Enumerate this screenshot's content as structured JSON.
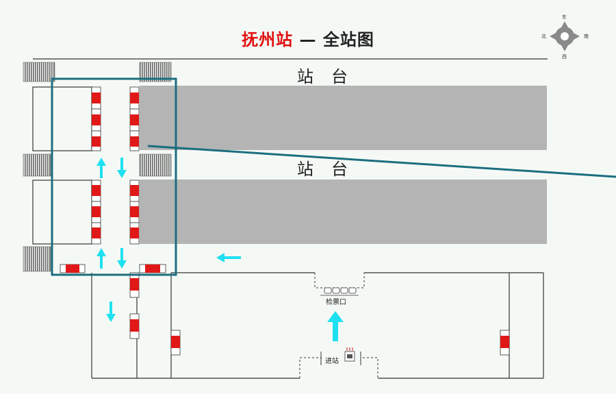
{
  "title": {
    "station": "抚州站",
    "separator": "—",
    "subtitle": "全站图"
  },
  "platforms": {
    "upper": "站台",
    "middle": "站台"
  },
  "labels": {
    "ticket_gate": "检票口",
    "entrance": "进站"
  },
  "compass": {
    "east": "东",
    "south": "南",
    "west": "西",
    "north": "北"
  },
  "colors": {
    "platform_fill": "#b4b4b4",
    "facility_red": "#e01818",
    "arrow_cyan": "#1ee0f0",
    "highlight_box": "#1a6e80",
    "title_red": "#e01010",
    "compass_gray": "#8a8a8a"
  }
}
